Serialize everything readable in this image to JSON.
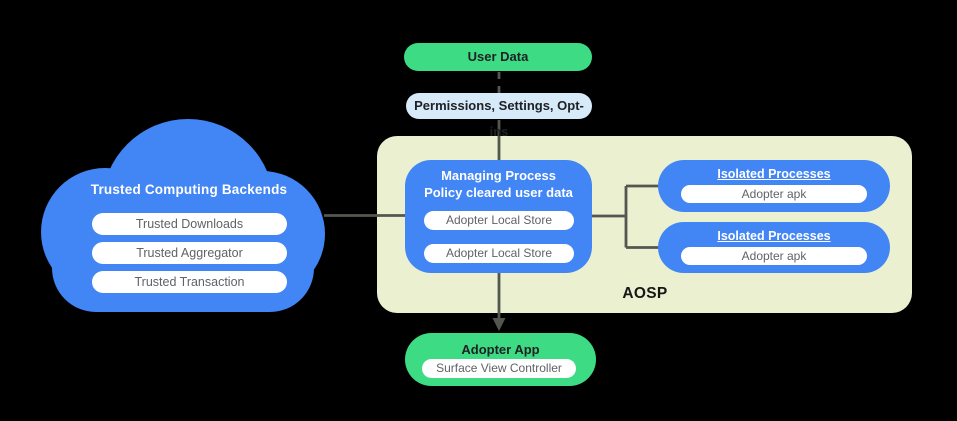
{
  "colors": {
    "background": "#000000",
    "blue": "#4285f4",
    "green": "#3ddc84",
    "light_blue": "#d6eafa",
    "panel_yellow_green": "#eaf0d0",
    "pill_text_gray": "#5f6368",
    "dark_text": "#202124",
    "connector_line": "#545750"
  },
  "top": {
    "user_data_label": "User Data",
    "permissions_label": "Permissions,  Settings, Opt-ins"
  },
  "cloud": {
    "title": "Trusted Computing Backends",
    "items": [
      "Trusted Downloads",
      "Trusted Aggregator",
      "Trusted Transaction"
    ]
  },
  "aosp": {
    "label": "AOSP",
    "managing_process": {
      "title_line1": "Managing Process",
      "title_line2": "Policy cleared user data",
      "stores": [
        "Adopter Local Store",
        "Adopter Local Store"
      ]
    },
    "isolated_processes": [
      {
        "title": "Isolated Processes",
        "item": "Adopter apk"
      },
      {
        "title": "Isolated Processes",
        "item": "Adopter apk"
      }
    ]
  },
  "adopter_app": {
    "title": "Adopter App",
    "item": "Surface View Controller"
  }
}
